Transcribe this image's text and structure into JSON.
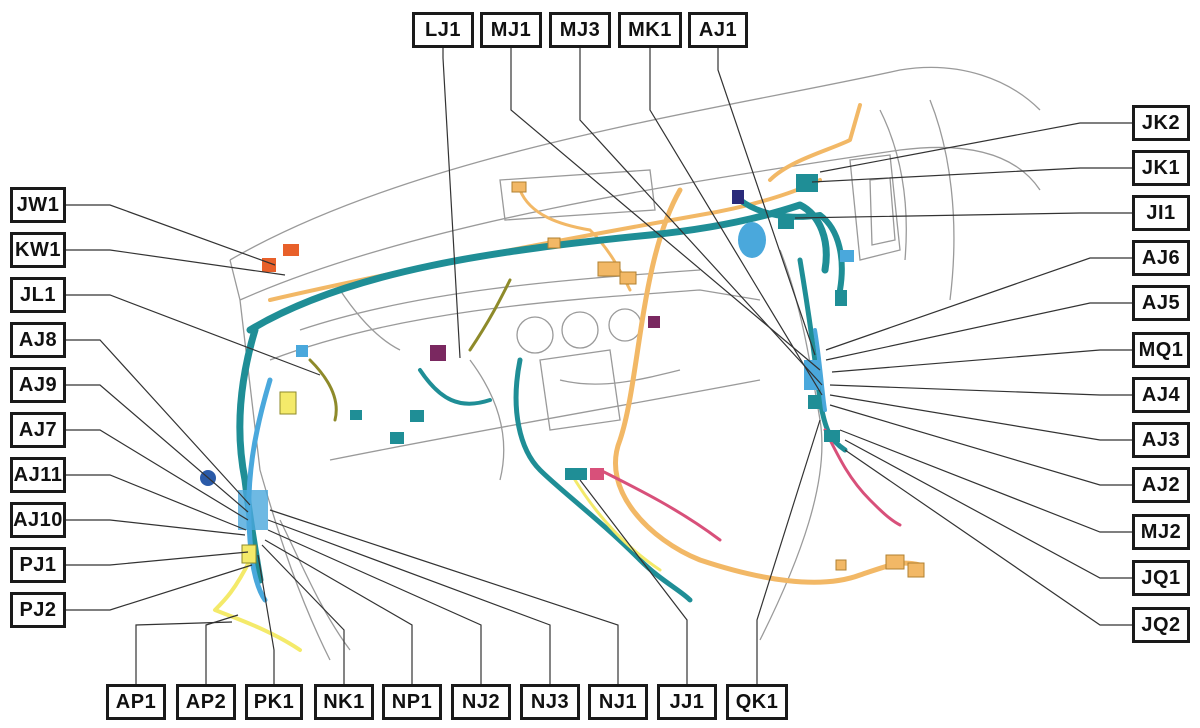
{
  "colors": {
    "harness_teal": "#1f8e96",
    "harness_blue": "#4aa8dc",
    "harness_orange": "#f2b866",
    "harness_yellow": "#f4ea6a",
    "harness_pink": "#d8507a",
    "harness_olive": "#8e8a2a",
    "harness_purple": "#7a2860",
    "connector_orange": "#e8602a",
    "outline": "#9a9a9a",
    "leader": "#333333",
    "label_border": "#1a1a1a"
  },
  "labels": {
    "top": [
      "LJ1",
      "MJ1",
      "MJ3",
      "MK1",
      "AJ1"
    ],
    "left": [
      "JW1",
      "KW1",
      "JL1",
      "AJ8",
      "AJ9",
      "AJ7",
      "AJ11",
      "AJ10",
      "PJ1",
      "PJ2"
    ],
    "right": [
      "JK2",
      "JK1",
      "JI1",
      "AJ6",
      "AJ5",
      "MQ1",
      "AJ4",
      "AJ3",
      "AJ2",
      "MJ2",
      "JQ1",
      "JQ2"
    ],
    "bottom": [
      "AP1",
      "AP2",
      "PK1",
      "NK1",
      "NP1",
      "NJ2",
      "NJ3",
      "NJ1",
      "JJ1",
      "QK1"
    ]
  }
}
